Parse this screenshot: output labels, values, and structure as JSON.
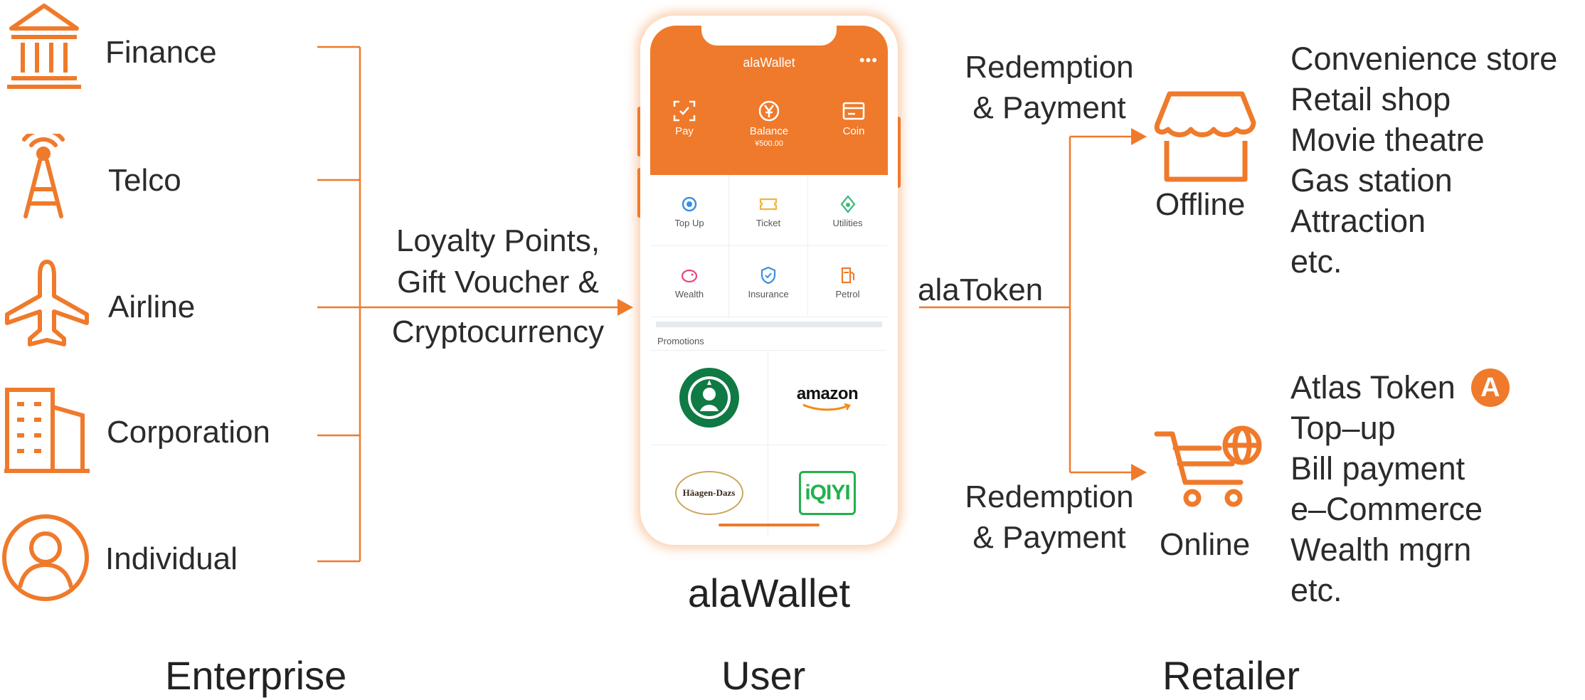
{
  "enterprise": {
    "items": [
      {
        "label": "Finance",
        "icon": "bank-icon"
      },
      {
        "label": "Telco",
        "icon": "antenna-tower-icon"
      },
      {
        "label": "Airline",
        "icon": "airplane-icon"
      },
      {
        "label": "Corporation",
        "icon": "office-building-icon"
      },
      {
        "label": "Individual",
        "icon": "person-icon"
      }
    ],
    "flow_label_lines": [
      "Loyalty Points,",
      "Gift Voucher &",
      "Cryptocurrency"
    ]
  },
  "phone": {
    "title": "alaWallet",
    "more": "•••",
    "header_buttons": [
      {
        "label": "Pay",
        "icon": "scan-icon"
      },
      {
        "label": "Balance",
        "icon": "yen-coin-icon",
        "sub": "¥500.00"
      },
      {
        "label": "Coin",
        "icon": "card-icon"
      }
    ],
    "grid": [
      {
        "label": "Top Up",
        "icon": "top-up-icon"
      },
      {
        "label": "Ticket",
        "icon": "ticket-icon"
      },
      {
        "label": "Utilities",
        "icon": "utilities-icon"
      },
      {
        "label": "Wealth",
        "icon": "piggy-bank-icon"
      },
      {
        "label": "Insurance",
        "icon": "shield-icon"
      },
      {
        "label": "Petrol",
        "icon": "fuel-pump-icon"
      }
    ],
    "promotions_title": "Promotions",
    "promotions": [
      {
        "brand": "starbucks-logo"
      },
      {
        "brand": "amazon-logo",
        "text": "amazon"
      },
      {
        "brand": "haagen-dazs-logo",
        "text": "Häagen-Dazs"
      },
      {
        "brand": "iqiyi-logo",
        "text": "iQIYI"
      }
    ],
    "caption": "alaWallet"
  },
  "retailer": {
    "token_label": "alaToken",
    "top_flow_lines": [
      "Redemption",
      "& Payment"
    ],
    "bottom_flow_lines": [
      "Redemption",
      "& Payment"
    ],
    "offline": {
      "label": "Offline",
      "icon": "storefront-icon",
      "items": [
        "Convenience store",
        "Retail shop",
        "Movie theatre",
        "Gas station",
        "Attraction",
        "etc."
      ]
    },
    "online": {
      "label": "Online",
      "icon": "shopping-cart-globe-icon",
      "items": [
        "Atlas Token",
        "Top–up",
        "Bill payment",
        "e–Commerce",
        "Wealth mgrn",
        "etc."
      ],
      "atlas_badge_icon": "atlas-token-icon",
      "atlas_badge_letter": "A"
    }
  },
  "footer": {
    "enterprise": "Enterprise",
    "user": "User",
    "retailer": "Retailer"
  },
  "colors": {
    "accent": "#ef7a2b",
    "text": "#2b2b2b"
  }
}
